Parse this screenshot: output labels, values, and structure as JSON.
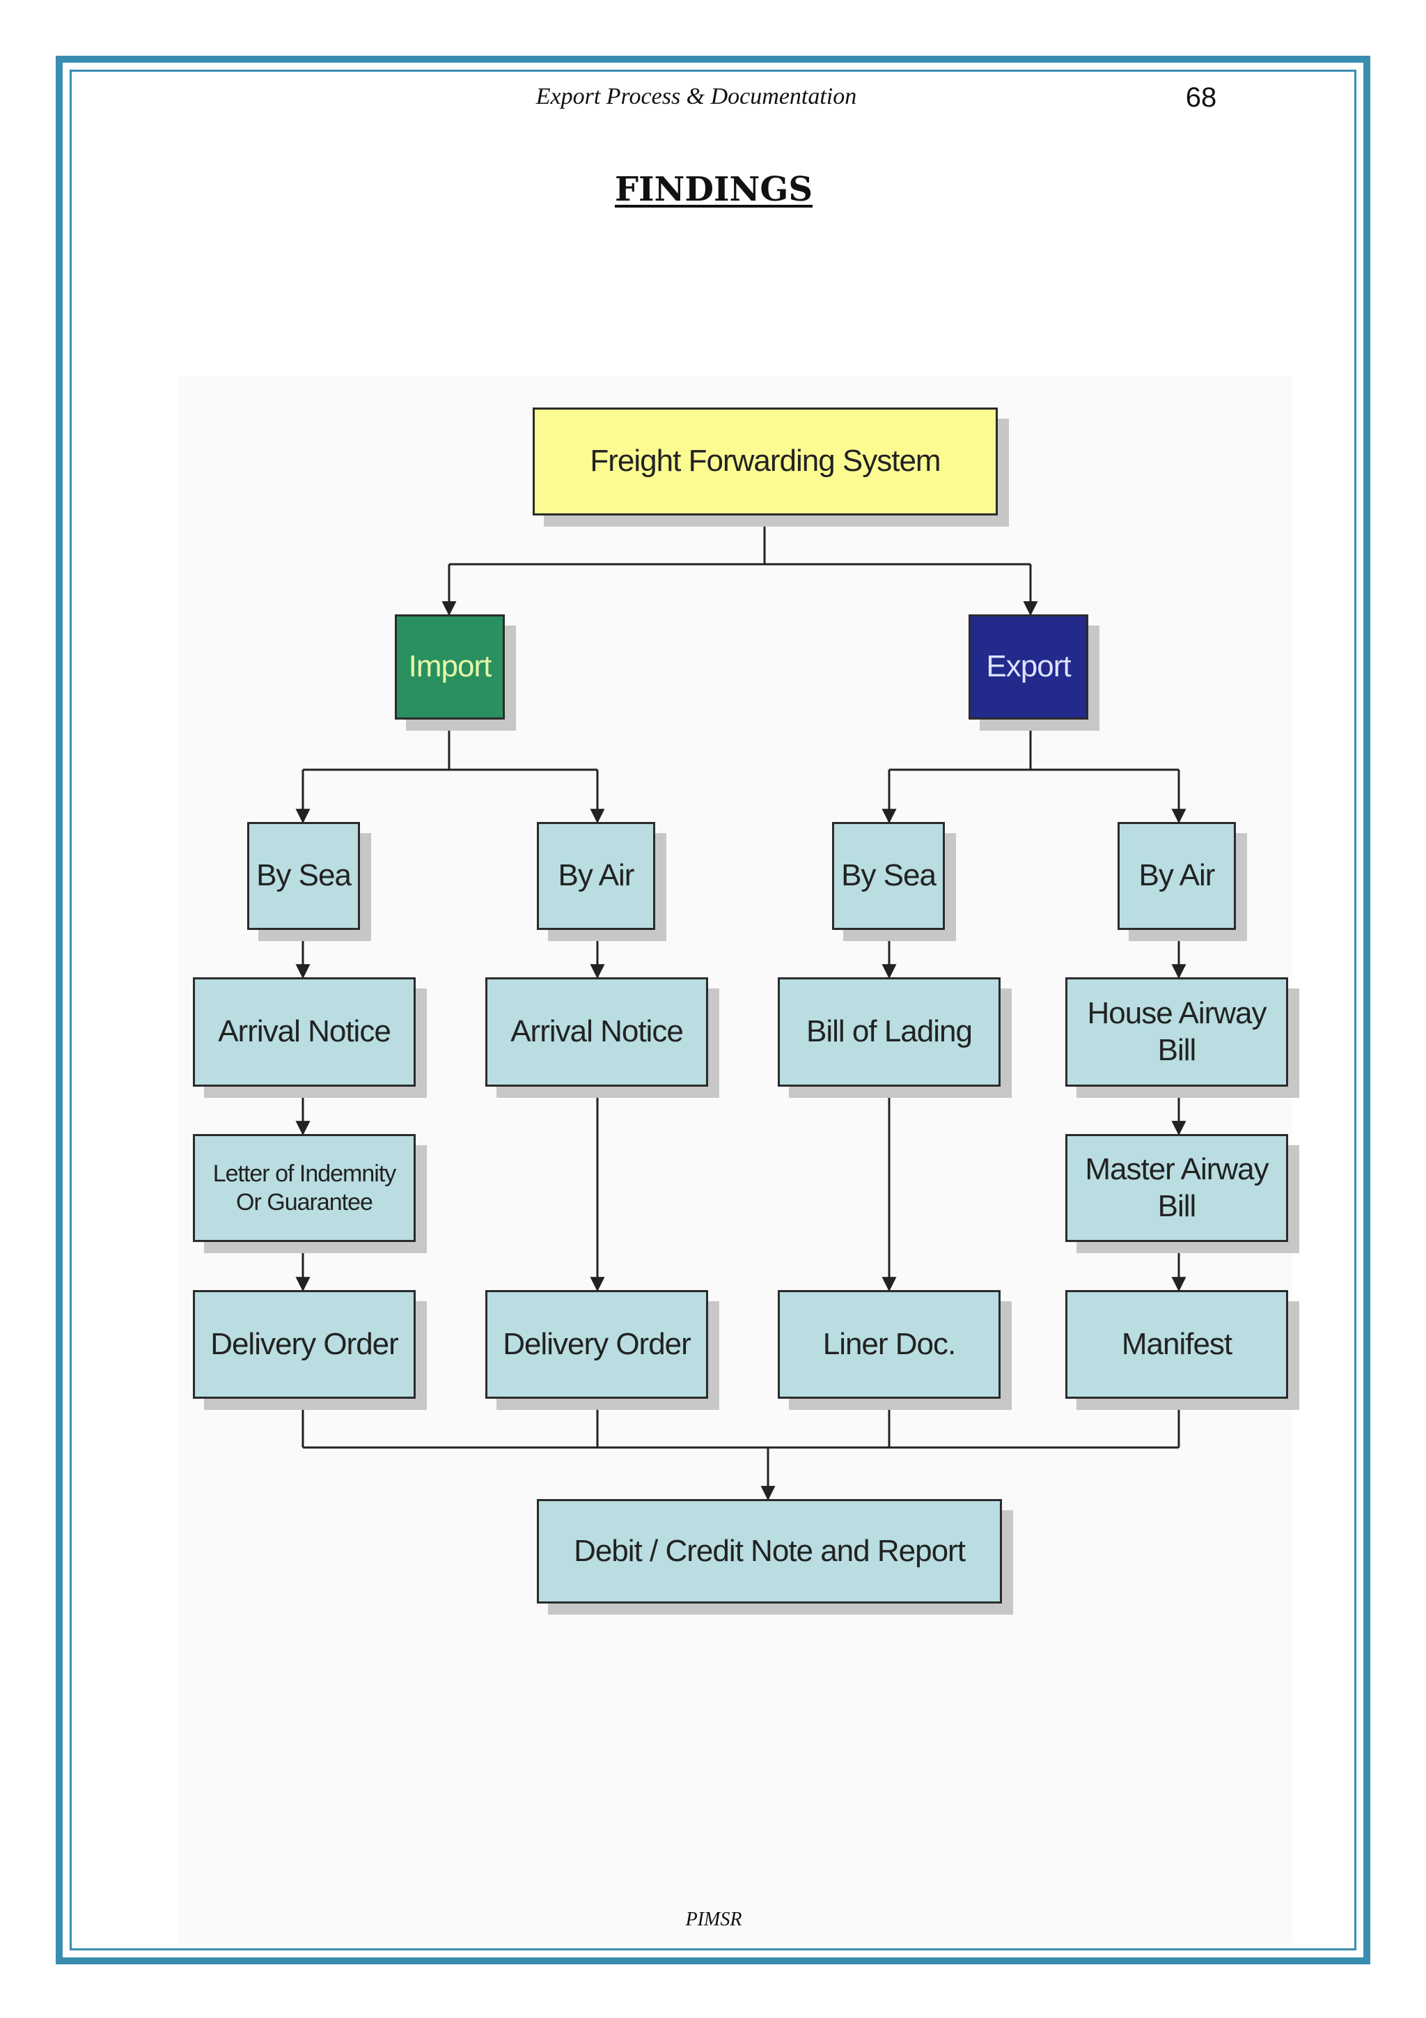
{
  "header": {
    "running_title": "Export Process & Documentation",
    "page_number": "68"
  },
  "page_title": "FINDINGS",
  "footer": {
    "text": "PIMSR"
  },
  "colors": {
    "border": "#3a8db1",
    "root": "#fbfb92",
    "import": "#2a9060",
    "export": "#232a8c",
    "node": "#b9dde1"
  },
  "diagram": {
    "root": "Freight Forwarding System",
    "import": {
      "label": "Import",
      "by_sea": {
        "label": "By Sea",
        "steps": [
          "Arrival Notice",
          "Letter of Indemnity\nOr Guarantee",
          "Delivery Order"
        ]
      },
      "by_air": {
        "label": "By Air",
        "steps": [
          "Arrival Notice",
          "Delivery Order"
        ]
      }
    },
    "export": {
      "label": "Export",
      "by_sea": {
        "label": "By Sea",
        "steps": [
          "Bill of Lading",
          "Liner Doc."
        ]
      },
      "by_air": {
        "label": "By Air",
        "steps": [
          "House Airway Bill",
          "Master Airway Bill",
          "Manifest"
        ]
      }
    },
    "final": "Debit / Credit Note and Report"
  }
}
